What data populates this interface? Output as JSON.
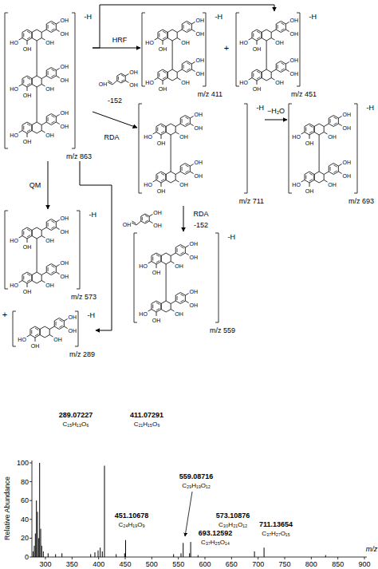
{
  "diagram": {
    "nodes": [
      {
        "text": [
          "-H",
          "m/z 863"
        ]
      },
      {
        "text": [
          "-H",
          "m/z 411"
        ]
      },
      {
        "text": [
          "-H",
          "m/z 451"
        ]
      },
      {
        "text": [
          "-H",
          "m/z 711"
        ]
      },
      {
        "text": [
          "-H",
          "m/z 693"
        ]
      },
      {
        "text": [
          "-H",
          "m/z 573"
        ]
      },
      {
        "text": [
          "-H",
          "m/z 289"
        ]
      },
      {
        "text": [
          "-H",
          "m/z 559"
        ]
      }
    ],
    "edges": [
      {
        "from": 0,
        "to": 1,
        "arrow": "to",
        "label": "HRF"
      },
      {
        "from": 0,
        "to": 2,
        "arrow": "to"
      },
      {
        "from": 0,
        "to": 3,
        "arrow": "to",
        "label": "RDA"
      },
      {
        "from": 0,
        "to": 5,
        "arrow": "to",
        "label": "QM"
      },
      {
        "from": 0,
        "to": 6,
        "arrow": "to"
      },
      {
        "from": 3,
        "to": 4,
        "arrow": "to",
        "label": "−H₂O"
      },
      {
        "from": 3,
        "to": 7,
        "arrow": "to",
        "label": "RDA"
      }
    ],
    "labels": [
      "+",
      "+",
      "-152",
      "-152",
      "100",
      "80",
      "60",
      "40",
      "20",
      "0",
      "300",
      "350",
      "400",
      "450",
      "500",
      "550",
      "600",
      "650",
      "700",
      "750",
      "800",
      "850",
      "900",
      "m/z",
      "Relative Abundance",
      "289.07227",
      "C₁₅H₁₃O₆",
      "411.07291",
      "C₂₁H₁₅O₉",
      "451.10678",
      "C₂₄H₁₉O₉",
      "559.08716",
      "C₂₉H₁₉O₁₂",
      "573.10876",
      "C₃₀H₂₁O₁₂",
      "693.12592",
      "C₃₇H₂₅O₁₄",
      "711.13654",
      "C₃₇H₂₇O₁₅",
      "HO",
      "OH",
      "OH",
      "OH",
      "OH",
      "HO",
      "OH",
      "OH",
      "OH",
      "OH",
      "HO",
      "OH",
      "OH",
      "OH",
      "OH",
      "HO",
      "OH",
      "OH",
      "OH",
      "OH",
      "HO",
      "OH",
      "OH",
      "OH",
      "OH",
      "HO",
      "OH",
      "OH",
      "OH",
      "OH",
      "HO",
      "OH",
      "OH",
      "OH",
      "OH",
      "HO",
      "OH",
      "OH",
      "OH",
      "OH",
      "HO",
      "OH",
      "OH",
      "OH",
      "OH",
      "HO",
      "OH",
      "OH",
      "OH",
      "OH",
      "HO",
      "OH",
      "OH",
      "OH",
      "OH",
      "HO",
      "OH",
      "OH",
      "OH",
      "OH",
      "HO",
      "OH",
      "OH",
      "OH",
      "OH",
      "HO",
      "OH",
      "OH",
      "OH",
      "OH",
      "HO",
      "OH",
      "OH",
      "OH",
      "OH",
      "HO",
      "OH",
      "OH",
      "OH",
      "OH",
      "OH",
      "OH",
      "OH",
      "OH",
      "OH",
      "OH"
    ]
  }
}
